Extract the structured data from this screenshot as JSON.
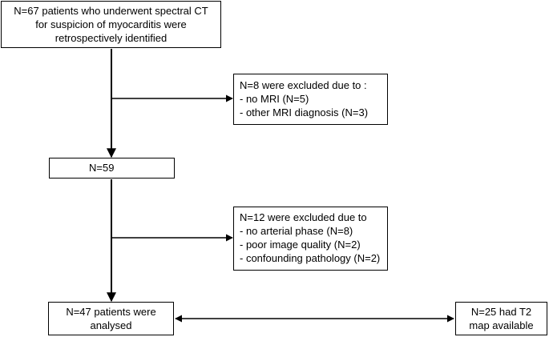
{
  "boxes": {
    "start": {
      "lines": [
        "N=67 patients who underwent spectral CT",
        "for suspicion of myocarditis were",
        "retrospectively identified"
      ]
    },
    "exclusion_1": {
      "lines": [
        "N=8 were excluded due to :",
        "- no MRI (N=5)",
        "- other MRI diagnosis (N=3)"
      ]
    },
    "remaining_1": {
      "lines": [
        "N=59"
      ]
    },
    "exclusion_2": {
      "lines": [
        "N=12 were excluded due to",
        "- no arterial phase (N=8)",
        "- poor image quality (N=2)",
        "- confounding pathology (N=2)"
      ]
    },
    "analysed": {
      "lines": [
        "N=47 patients were",
        "analysed"
      ]
    },
    "t2_map": {
      "lines": [
        "N=25 had T2",
        "map available"
      ]
    }
  },
  "colors": {
    "stroke": "#000000",
    "background": "#ffffff"
  }
}
